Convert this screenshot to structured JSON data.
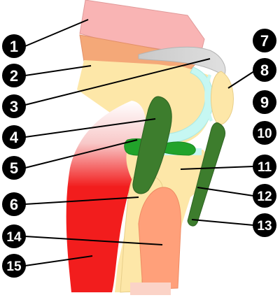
{
  "labels": [
    "1",
    "2",
    "3",
    "4",
    "5",
    "6",
    "7",
    "8",
    "9",
    "10",
    "11",
    "12",
    "13",
    "14",
    "15"
  ],
  "colors": {
    "fat": "#fbd3c7",
    "tendon": "#f7a39a",
    "bone": "#fde7a8",
    "cartilage": "#c6f7f2",
    "meniscus": "#21a32a",
    "ligament": "#3d7d2d",
    "muscle": "#f21d1d",
    "muscle_light": "#ffa07a",
    "badge": "#000000"
  }
}
